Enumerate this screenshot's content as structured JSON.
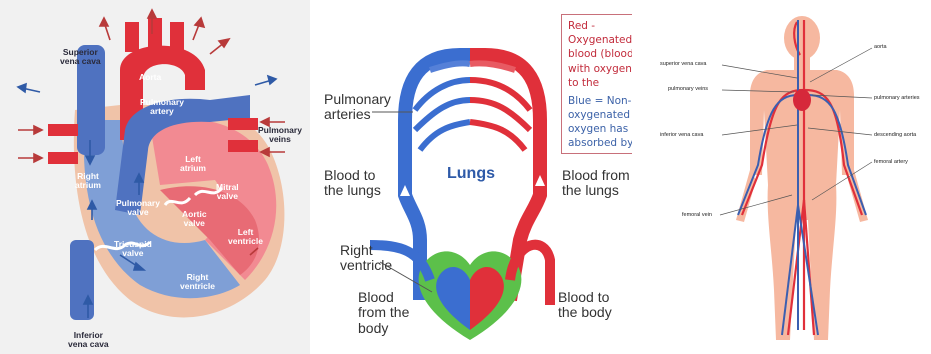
{
  "heart": {
    "labels": {
      "superior_vena_cava": "Superior\nvena cava",
      "aorta": "Aorta",
      "pulmonary_artery": "Pulmonary\nartery",
      "pulmonary_veins": "Pulmonary\nveins",
      "right_atrium": "Right\natrium",
      "left_atrium": "Left\natrium",
      "pulmonary_valve": "Pulmonary\nvalve",
      "mitral_valve": "Mitral\nvalve",
      "aortic_valve": "Aortic\nvalve",
      "left_ventricle": "Left\nventricle",
      "tricuspid_valve": "Tricuspid\nvalve",
      "right_ventricle": "Right\nventricle",
      "inferior_vena_cava": "Inferior\nvena cava"
    }
  },
  "circulation": {
    "labels": {
      "pulmonary_arteries": "Pulmonary\narteries",
      "blood_to_lungs": "Blood to\nthe lungs",
      "lungs": "Lungs",
      "blood_from_lungs": "Blood from\nthe lungs",
      "right_ventricle": "Right\nventricle",
      "blood_from_body": "Blood\nfrom the\nbody",
      "blood_to_body": "Blood to\nthe body"
    },
    "legend": {
      "red_text": "Red - Oxygenated blood (blood with oxygen to the",
      "blue_text": "Blue = Non-oxygenated oxygen has absorbed by"
    }
  },
  "body": {
    "labels": {
      "superior_vena_cava": "superior vena cava",
      "pulmonary_veins": "pulmonary veins",
      "inferior_vena_cava": "inferior vena cava",
      "aorta": "aorta",
      "pulmonary_arteries": "pulmonary arteries",
      "descending_aorta": "descending aorta",
      "femoral_artery": "femoral artery",
      "femoral_vein": "femoral vein"
    }
  },
  "colors": {
    "oxygenated": "#e0303a",
    "deoxygenated": "#3b5fb0",
    "heart_panel_bg": "#f1f1f1",
    "skin": "#f6b8a0",
    "lung_green": "#5cc04a"
  }
}
